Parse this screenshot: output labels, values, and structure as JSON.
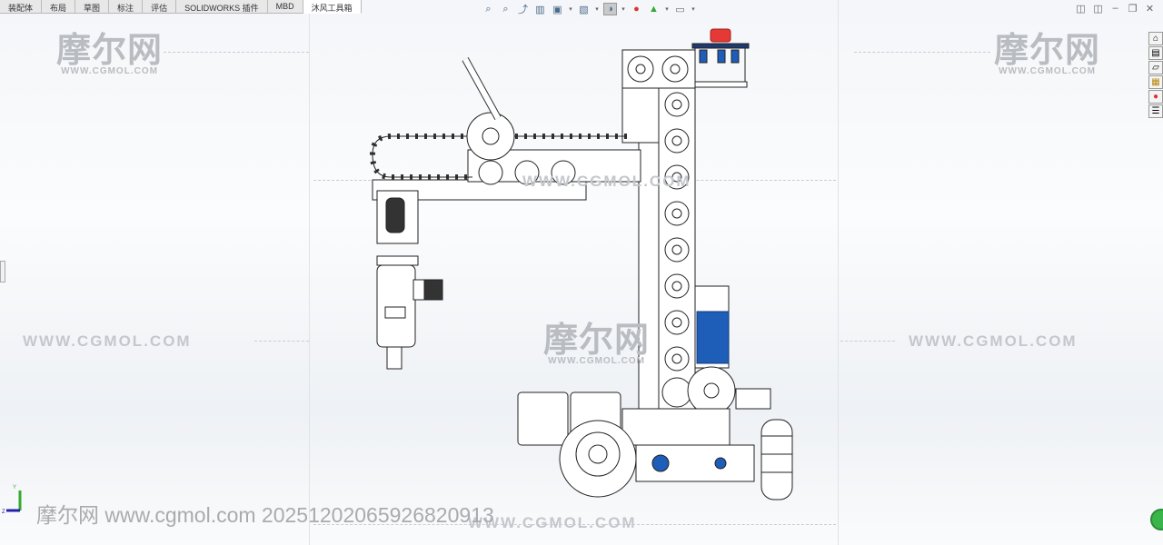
{
  "tabs": [
    {
      "label": "装配体"
    },
    {
      "label": "布局"
    },
    {
      "label": "草图"
    },
    {
      "label": "标注"
    },
    {
      "label": "评估"
    },
    {
      "label": "SOLIDWORKS 插件"
    },
    {
      "label": "MBD"
    },
    {
      "label": "沐风工具箱"
    }
  ],
  "active_tab": "沐风工具箱",
  "toolbar": [
    "zoom-to-fit-icon",
    "zoom-to-area-icon",
    "previous-view-icon",
    "section-view-icon",
    "view-orientation-icon",
    "display-style-icon",
    "hide-show-items-icon",
    "edit-appearance-icon",
    "apply-scene-icon",
    "view-settings-icon"
  ],
  "window_controls": [
    "tile-left-icon",
    "tile-right-icon",
    "minimize-icon",
    "restore-icon",
    "close-icon"
  ],
  "task_pane": [
    "home-icon",
    "design-library-icon",
    "file-explorer-icon",
    "view-palette-icon",
    "appearances-icon",
    "custom-properties-icon"
  ],
  "watermark": {
    "logo_cn": "摩尔网",
    "logo_en": "WWW.CGMOL.COM",
    "url": "WWW.CGMOL.COM",
    "stamp": "摩尔网 www.cgmol.com 20251202065926820913"
  },
  "triad": {
    "y": "Y",
    "z": "Z"
  },
  "colors": {
    "estop": "#e53935",
    "blue_part": "#1e5db8",
    "model_line": "#222222"
  }
}
